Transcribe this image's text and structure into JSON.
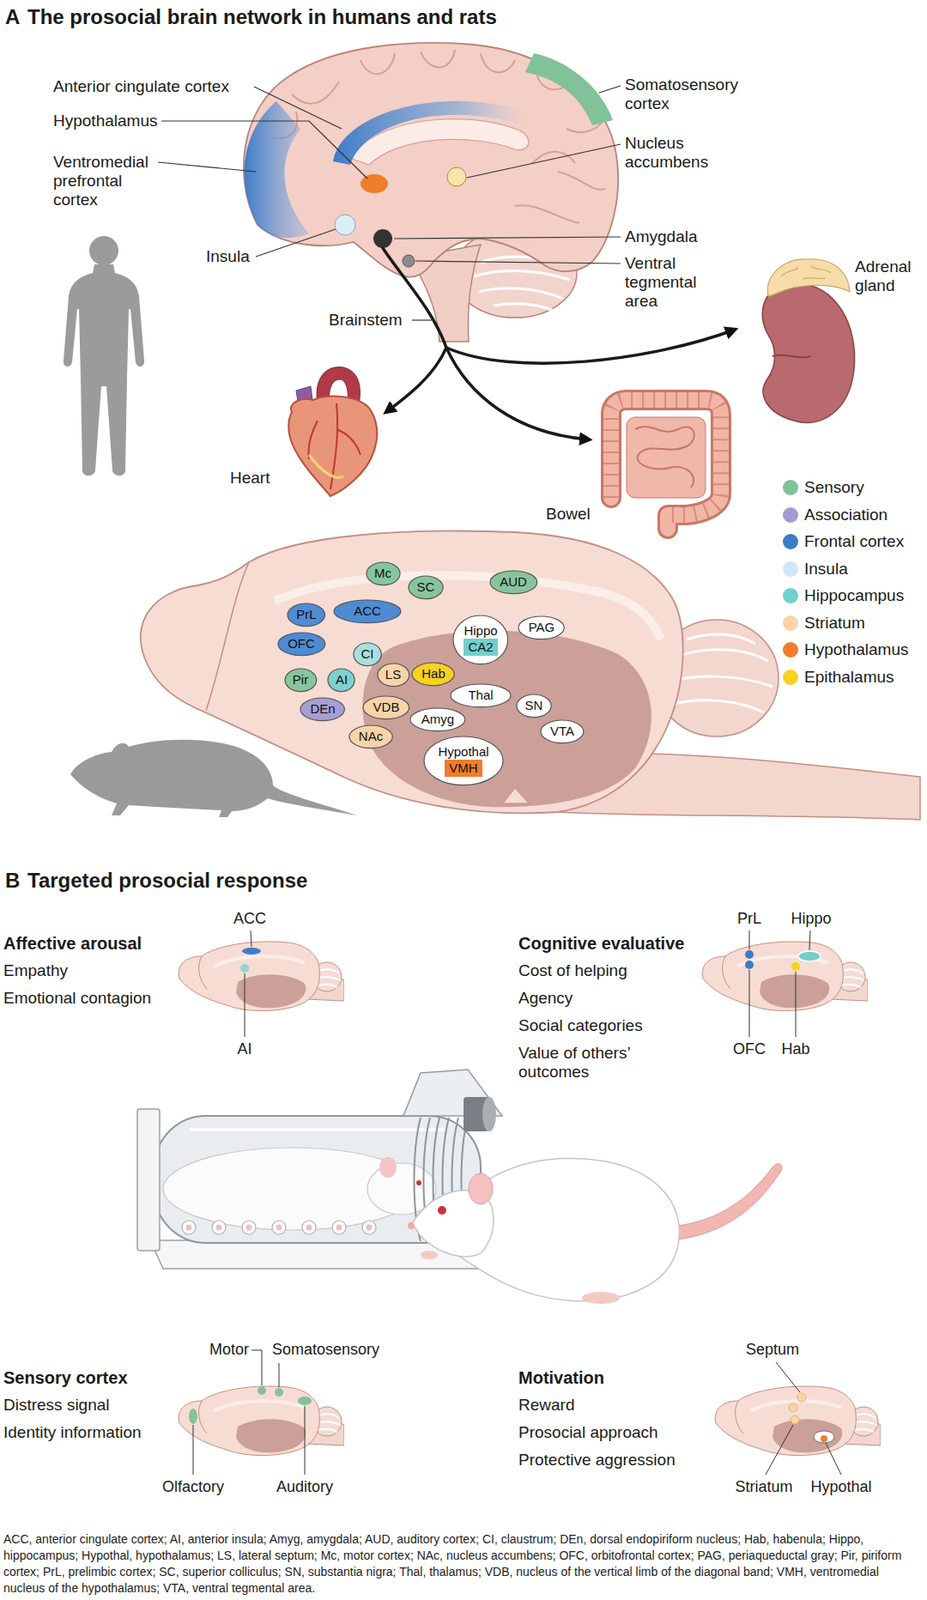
{
  "diagram": {
    "caption": "ACC, anterior cingulate cortex; AI, anterior insula; Amyg, amygdala; AUD, auditory cortex; CI, claustrum; DEn, dorsal endopiriform nucleus; Hab, habenula; Hippo, hippocampus; Hypothal, hypothalamus; LS, lateral septum; Mc, motor cortex; NAc, nucleus accumbens; OFC, orbitofrontal cortex; PAG, periaqueductal gray; Pir, piriform cortex; PrL, prelimbic cortex; SC, superior colliculus; SN, substantia nigra; Thal, thalamus; VDB, nucleus of the vertical limb of the diagonal band; VMH, ventromedial nucleus of the hypothalamus; VTA, ventral tegmental area.",
    "nodes": [
      {
        "text": [
          "Mc"
        ]
      },
      {
        "text": [
          "SC"
        ]
      },
      {
        "text": [
          "AUD"
        ]
      },
      {
        "text": [
          "PrL"
        ]
      },
      {
        "text": [
          "ACC"
        ]
      },
      {
        "text": [
          "PAG"
        ]
      },
      {
        "text": [
          "OFC"
        ]
      },
      {
        "text": [
          "CI"
        ]
      },
      {
        "text": [
          "LS"
        ]
      },
      {
        "text": [
          "Hippo"
        ]
      },
      {
        "text": [
          "CA2"
        ],
        "in": 9
      },
      {
        "text": [
          "Hab"
        ]
      },
      {
        "text": [
          "Pir"
        ]
      },
      {
        "text": [
          "AI"
        ]
      },
      {
        "text": [
          "VDB"
        ]
      },
      {
        "text": [
          "Thal"
        ]
      },
      {
        "text": [
          "DEn"
        ]
      },
      {
        "text": [
          "SN"
        ]
      },
      {
        "text": [
          "Amyg"
        ]
      },
      {
        "text": [
          "NAc"
        ]
      },
      {
        "text": [
          "VTA"
        ]
      },
      {
        "text": [
          "Hypothal"
        ]
      },
      {
        "text": [
          "VMH"
        ],
        "in": 21
      }
    ],
    "labels": [
      "A",
      "The prosocial brain network in humans and rats",
      "Anterior cingulate cortex",
      "Hypothalamus",
      "Ventromedial prefrontal cortex",
      "Insula",
      "Brainstem",
      "Somatosensory cortex",
      "Nucleus accumbens",
      "Amygdala",
      "Ventral tegmental area",
      "Adrenal gland",
      "Heart",
      "Bowel",
      "B",
      "Targeted prosocial response",
      "Affective arousal",
      "Empathy",
      "Emotional contagion",
      "ACC",
      "AI",
      "Cognitive evaluative",
      "Cost of helping",
      "Agency",
      "Social categories",
      "Value of others’ outcomes",
      "PrL",
      "Hippo",
      "OFC",
      "Hab",
      "Sensory cortex",
      "Distress signal",
      "Identity information",
      "Motor",
      "Somatosensory",
      "Olfactory",
      "Auditory",
      "Motivation",
      "Reward",
      "Prosocial approach",
      "Protective aggression",
      "Septum",
      "Striatum",
      "Hypothal"
    ],
    "legend": [
      {
        "text": "Sensory",
        "color": "#82c29a"
      },
      {
        "text": "Association",
        "color": "#a39bd2"
      },
      {
        "text": "Frontal cortex",
        "color": "#3d7cc9"
      },
      {
        "text": "Insula",
        "color": "#cfe8f3"
      },
      {
        "text": "Hippocampus",
        "color": "#71cfcc"
      },
      {
        "text": "Striatum",
        "color": "#f8d4a8"
      },
      {
        "text": "Hypothalamus",
        "color": "#f07d2a"
      },
      {
        "text": "Epithalamus",
        "color": "#f7d21e"
      }
    ]
  }
}
